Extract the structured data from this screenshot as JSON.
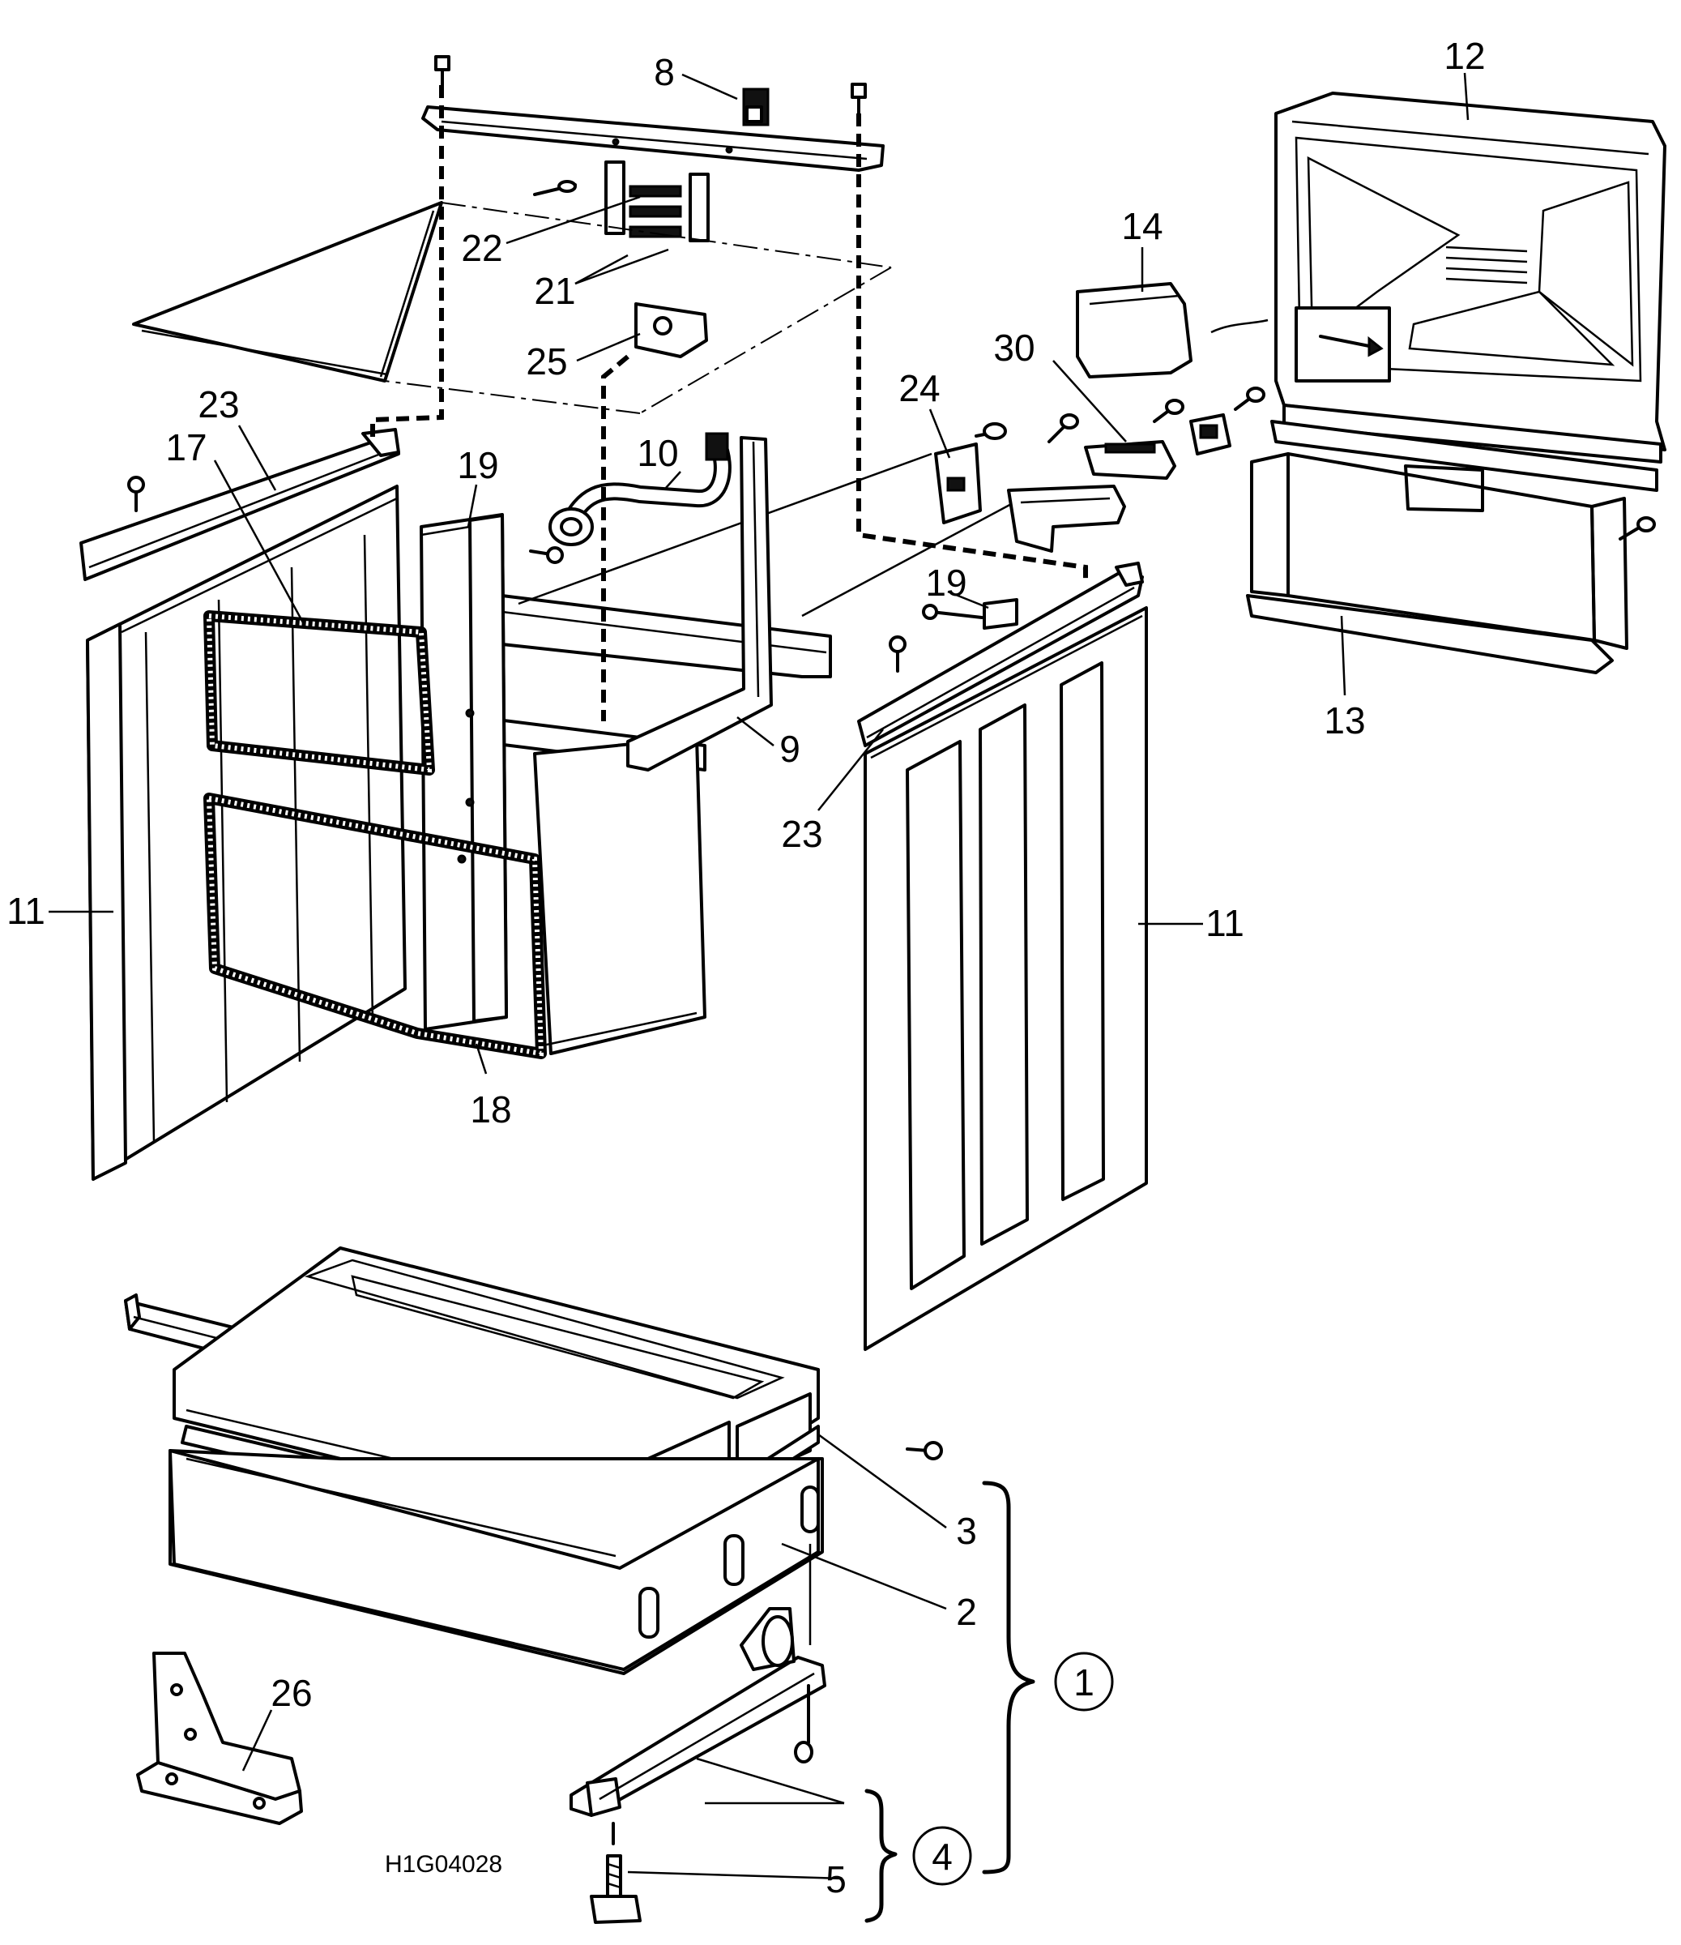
{
  "reference_code": "H1G04028",
  "callouts": {
    "c8": "8",
    "c12": "12",
    "c22": "22",
    "c21": "21",
    "c14": "14",
    "c25": "25",
    "c30": "30",
    "c24": "24",
    "c23a": "23",
    "c17": "17",
    "c19a": "19",
    "c10": "10",
    "c19b": "19",
    "c13": "13",
    "c9": "9",
    "c23b": "23",
    "c11a": "11",
    "c11b": "11",
    "c18": "18",
    "c3": "3",
    "c2": "2",
    "c1": "1",
    "c26": "26",
    "c4": "4",
    "c5": "5"
  }
}
